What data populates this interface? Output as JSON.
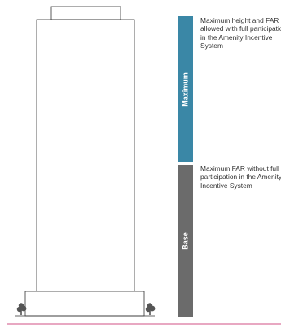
{
  "diagram": {
    "tiers": [
      {
        "key": "maximum",
        "label": "Maximum",
        "color": "#3a87a6",
        "description": "Maximum height and FAR allowed with full participation in the Amenity Incentive System"
      },
      {
        "key": "base",
        "label": "Base",
        "color": "#6b6b6b",
        "description": "Maximum FAR without full participation in the Amenity Incentive System"
      }
    ],
    "colors": {
      "building_stroke": "#333333",
      "ground_line": "#c2185b",
      "tree": "#555555"
    },
    "icons": {
      "tree_left": "tree-icon",
      "tree_right": "tree-icon"
    }
  }
}
